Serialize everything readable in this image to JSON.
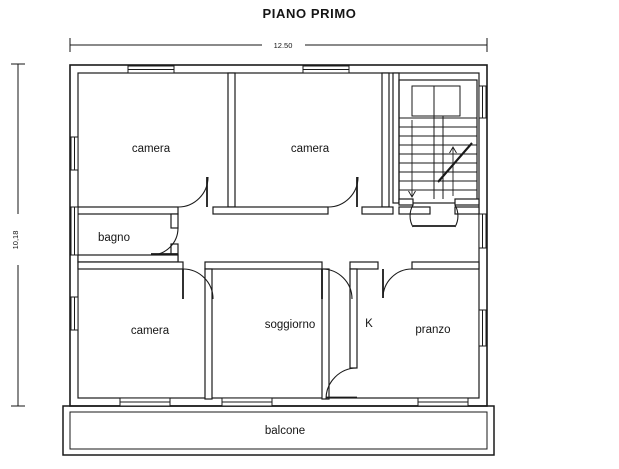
{
  "title": "PIANO PRIMO",
  "dimensions": {
    "width_label": "12.50",
    "height_label": "10,18"
  },
  "rooms": [
    {
      "key": "camera_top_left",
      "label": "camera"
    },
    {
      "key": "camera_top_right",
      "label": "camera"
    },
    {
      "key": "bagno",
      "label": "bagno"
    },
    {
      "key": "camera_bottom_left",
      "label": "camera"
    },
    {
      "key": "soggiorno",
      "label": "soggiorno"
    },
    {
      "key": "kitchen",
      "label": "K"
    },
    {
      "key": "pranzo",
      "label": "pranzo"
    },
    {
      "key": "balcone",
      "label": "balcone"
    }
  ],
  "colors": {
    "ink": "#151515",
    "wall": "#1a1a1a",
    "paper": "#ffffff"
  }
}
